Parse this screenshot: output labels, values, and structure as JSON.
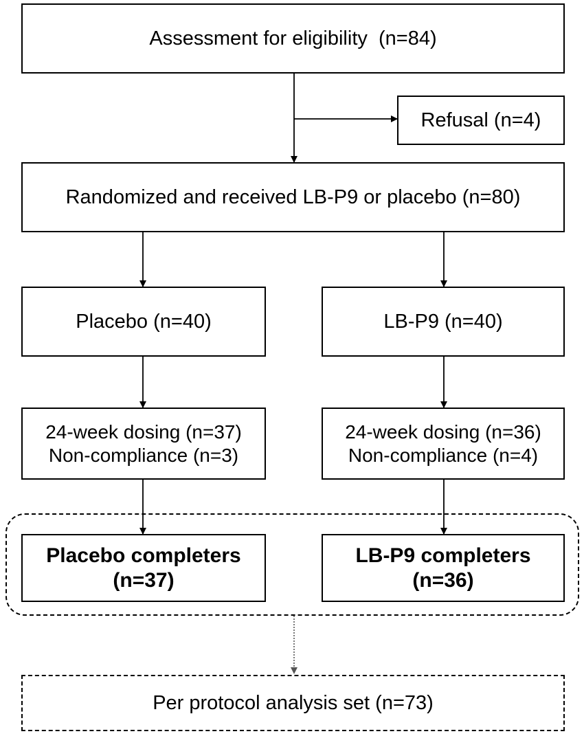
{
  "nodes": {
    "assessment": {
      "label": "Assessment for eligibility  (n=84)"
    },
    "refusal": {
      "label": "Refusal (n=4)"
    },
    "randomized": {
      "label": "Randomized and received LB-P9 or placebo (n=80)"
    },
    "placebo": {
      "label": "Placebo (n=40)"
    },
    "lbp9": {
      "label": "LB-P9 (n=40)"
    },
    "placebo_dosing": {
      "line1": "24-week dosing (n=37)",
      "line2": "Non-compliance (n=3)"
    },
    "lbp9_dosing": {
      "line1": "24-week dosing (n=36)",
      "line2": "Non-compliance (n=4)"
    },
    "placebo_completers": {
      "line1": "Placebo completers",
      "line2": "(n=37)"
    },
    "lbp9_completers": {
      "line1": "LB-P9 completers",
      "line2": "(n=36)"
    },
    "per_protocol": {
      "label": "Per protocol analysis set (n=73)"
    }
  },
  "colors": {
    "stroke": "#000000",
    "background": "#ffffff",
    "dotted_arrow": "#666666"
  }
}
